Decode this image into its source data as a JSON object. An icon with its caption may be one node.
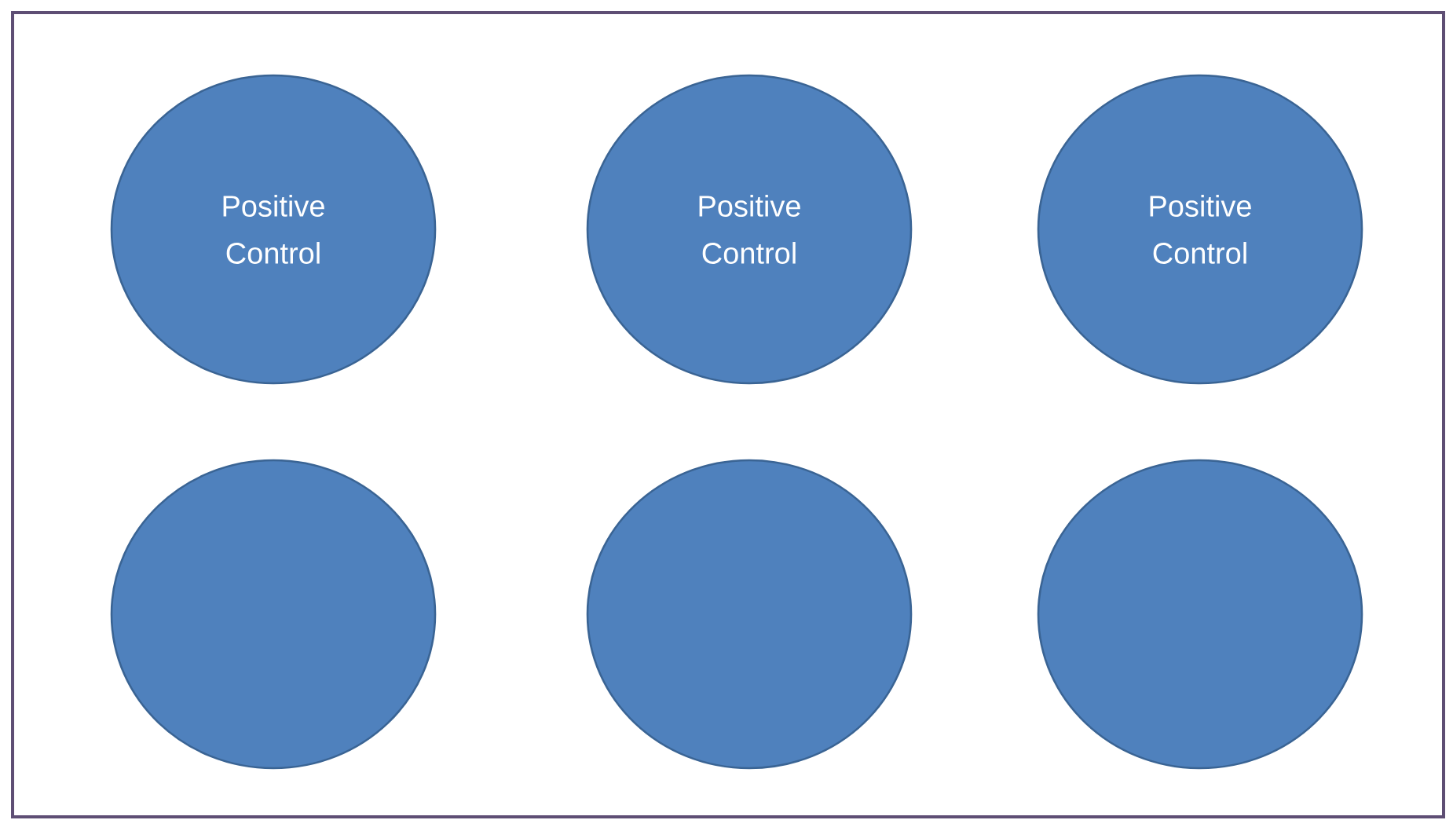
{
  "diagram": {
    "nodes": [
      {
        "text": [
          "Positive Control"
        ]
      },
      {
        "text": [
          "Positive Control"
        ]
      },
      {
        "text": [
          "Positive Control"
        ]
      },
      {
        "text": [],
        "shape": "circle"
      },
      {
        "text": [],
        "shape": "circle"
      },
      {
        "text": [],
        "shape": "circle"
      }
    ]
  }
}
